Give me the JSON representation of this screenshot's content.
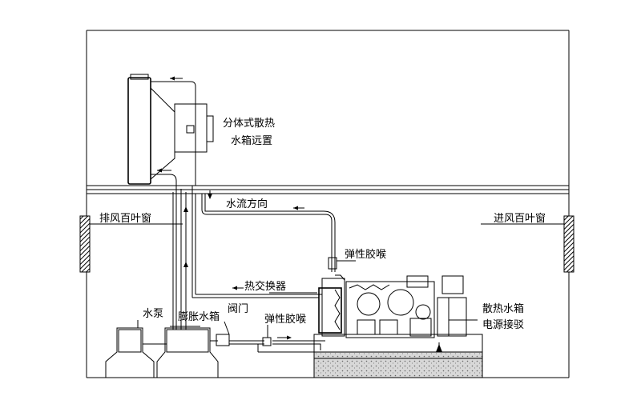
{
  "labels": {
    "remote_radiator": [
      "分体式散热",
      "水箱远置"
    ],
    "water_flow": "水流方向",
    "exhaust_louver": "排风百叶窗",
    "intake_louver": "进风百叶窗",
    "flex_joint_top": "弹性胶喉",
    "heat_exchanger": "热交换器",
    "pump": "水泵",
    "expansion_tank": "膨胀水箱",
    "valve": "阀门",
    "flex_joint_bottom": "弹性胶喉",
    "radiator_power": [
      "散热水箱",
      "电源接驳"
    ]
  },
  "colors": {
    "line": "#000000",
    "louver": "#555555",
    "foundation": "#bbbbbb"
  }
}
